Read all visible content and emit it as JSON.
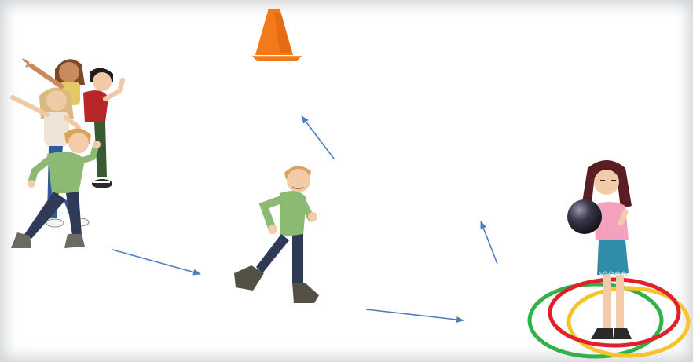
{
  "scene": {
    "kind": "activity-diagram",
    "background": "#ffffff",
    "vignette": "#cfd3d6",
    "arrow_color": "#4a7fc1",
    "cone": {
      "icon": "traffic-cone-icon",
      "color": "#f27a1a"
    },
    "waiting_group": {
      "count": 4,
      "description_icon": "player-group-icon"
    },
    "runner": {
      "shirt": "#8cba72",
      "pants": "#2e3a56",
      "boots": "#555045"
    },
    "thrower": {
      "shirt": "#f3a1bd",
      "shorts": "#2f8da8",
      "ball": "#2b2a38"
    },
    "hoops": [
      {
        "color": "#33b04a"
      },
      {
        "color": "#e0202a"
      },
      {
        "color": "#f5c32a"
      }
    ],
    "arrows": [
      {
        "name": "arrow-start-to-runner"
      },
      {
        "name": "arrow-runner-to-cone"
      },
      {
        "name": "arrow-runner-to-thrower"
      },
      {
        "name": "arrow-thrower-to-cone"
      }
    ]
  }
}
